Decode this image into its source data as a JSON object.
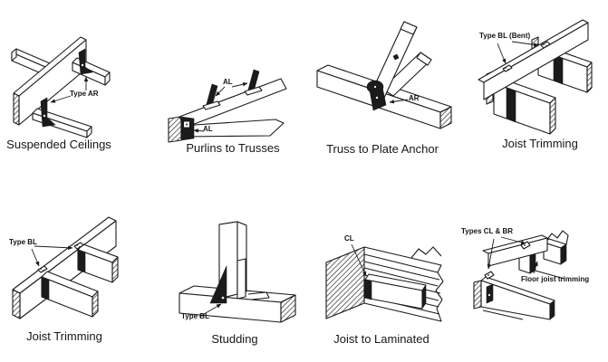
{
  "sheet": {
    "background": "#ffffff",
    "ink_color": "#1b1b1b",
    "description": "Timber connector applications diagram sheet"
  },
  "panels": [
    {
      "id": "suspended-ceilings",
      "caption": "Suspended Ceilings",
      "labels": [
        {
          "text": "Type AR"
        }
      ]
    },
    {
      "id": "purlins-to-trusses",
      "caption": "Purlins to Trusses",
      "labels": [
        {
          "text": "AL"
        },
        {
          "text": "AL"
        }
      ]
    },
    {
      "id": "truss-to-plate-anchor",
      "caption": "Truss to Plate Anchor",
      "labels": [
        {
          "text": "AR"
        }
      ]
    },
    {
      "id": "joist-trimming-bent",
      "caption": "Joist Trimming",
      "labels": [
        {
          "text": "Type BL (Bent)"
        }
      ]
    },
    {
      "id": "joist-trimming",
      "caption": "Joist Trimming",
      "labels": [
        {
          "text": "Type BL"
        }
      ]
    },
    {
      "id": "studding",
      "caption": "Studding",
      "labels": [
        {
          "text": "Type BL"
        }
      ]
    },
    {
      "id": "joist-to-laminated",
      "caption": "Joist to Laminated",
      "labels": [
        {
          "text": "CL"
        }
      ]
    },
    {
      "id": "floor-joist-trimming",
      "caption": "",
      "labels": [
        {
          "text": "Types CL & BR"
        },
        {
          "text": "Floor joist trimming"
        }
      ]
    }
  ]
}
